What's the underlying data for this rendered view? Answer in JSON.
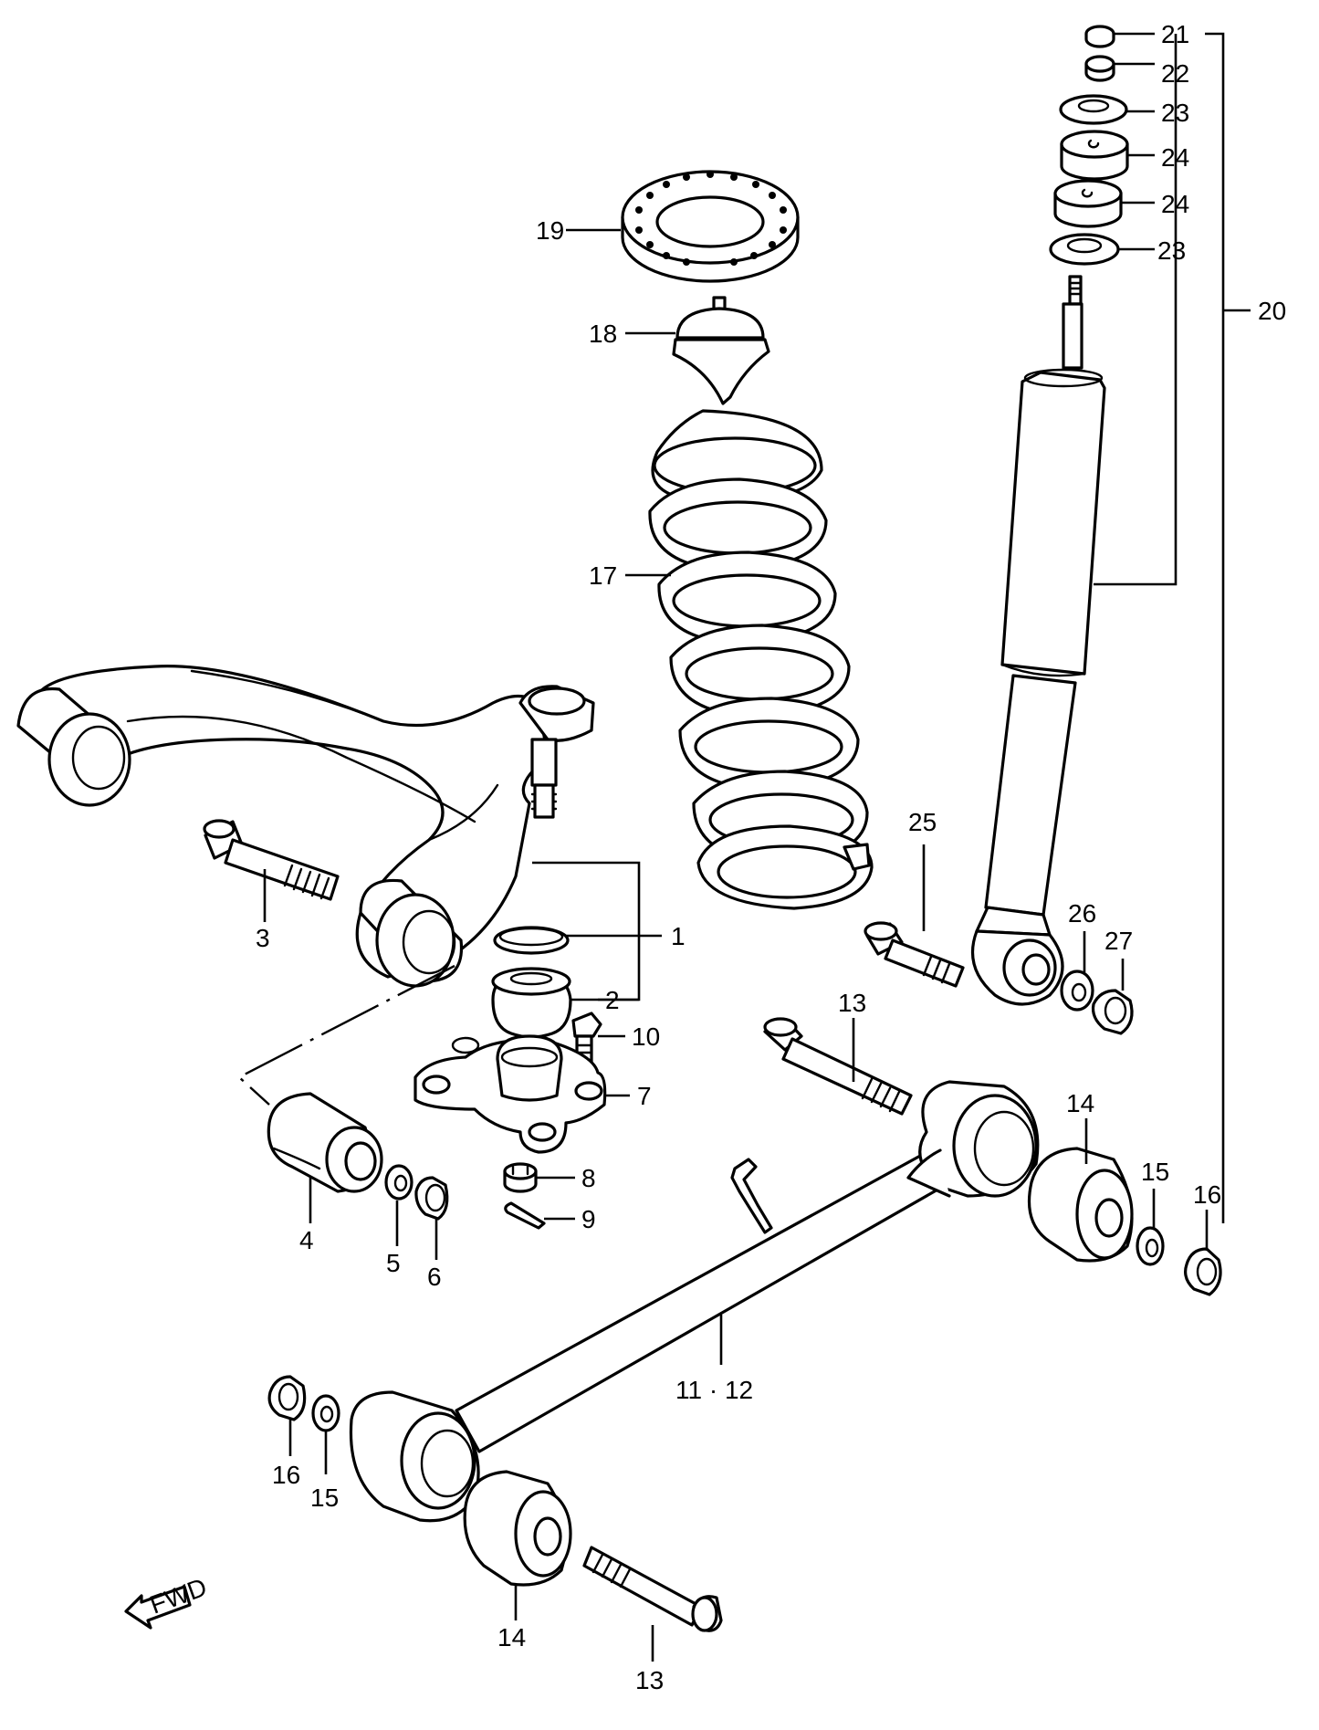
{
  "labels": {
    "p1": "1",
    "p2": "2",
    "p3": "3",
    "p4": "4",
    "p5": "5",
    "p6": "6",
    "p7": "7",
    "p8": "8",
    "p9": "9",
    "p10": "10",
    "p11_12": "11 · 12",
    "p13_top": "13",
    "p13_bottom": "13",
    "p14_right": "14",
    "p14_left": "14",
    "p15_right": "15",
    "p15_left": "15",
    "p16_right": "16",
    "p16_left": "16",
    "p17": "17",
    "p18": "18",
    "p19": "19",
    "p20": "20",
    "p21": "21",
    "p22": "22",
    "p23_top": "23",
    "p23_bottom": "23",
    "p24_top": "24",
    "p24_bottom": "24",
    "p25": "25",
    "p26": "26",
    "p27": "27"
  },
  "fwd_label": "FWD",
  "colors": {
    "ink": "#000000",
    "paper": "#ffffff"
  }
}
